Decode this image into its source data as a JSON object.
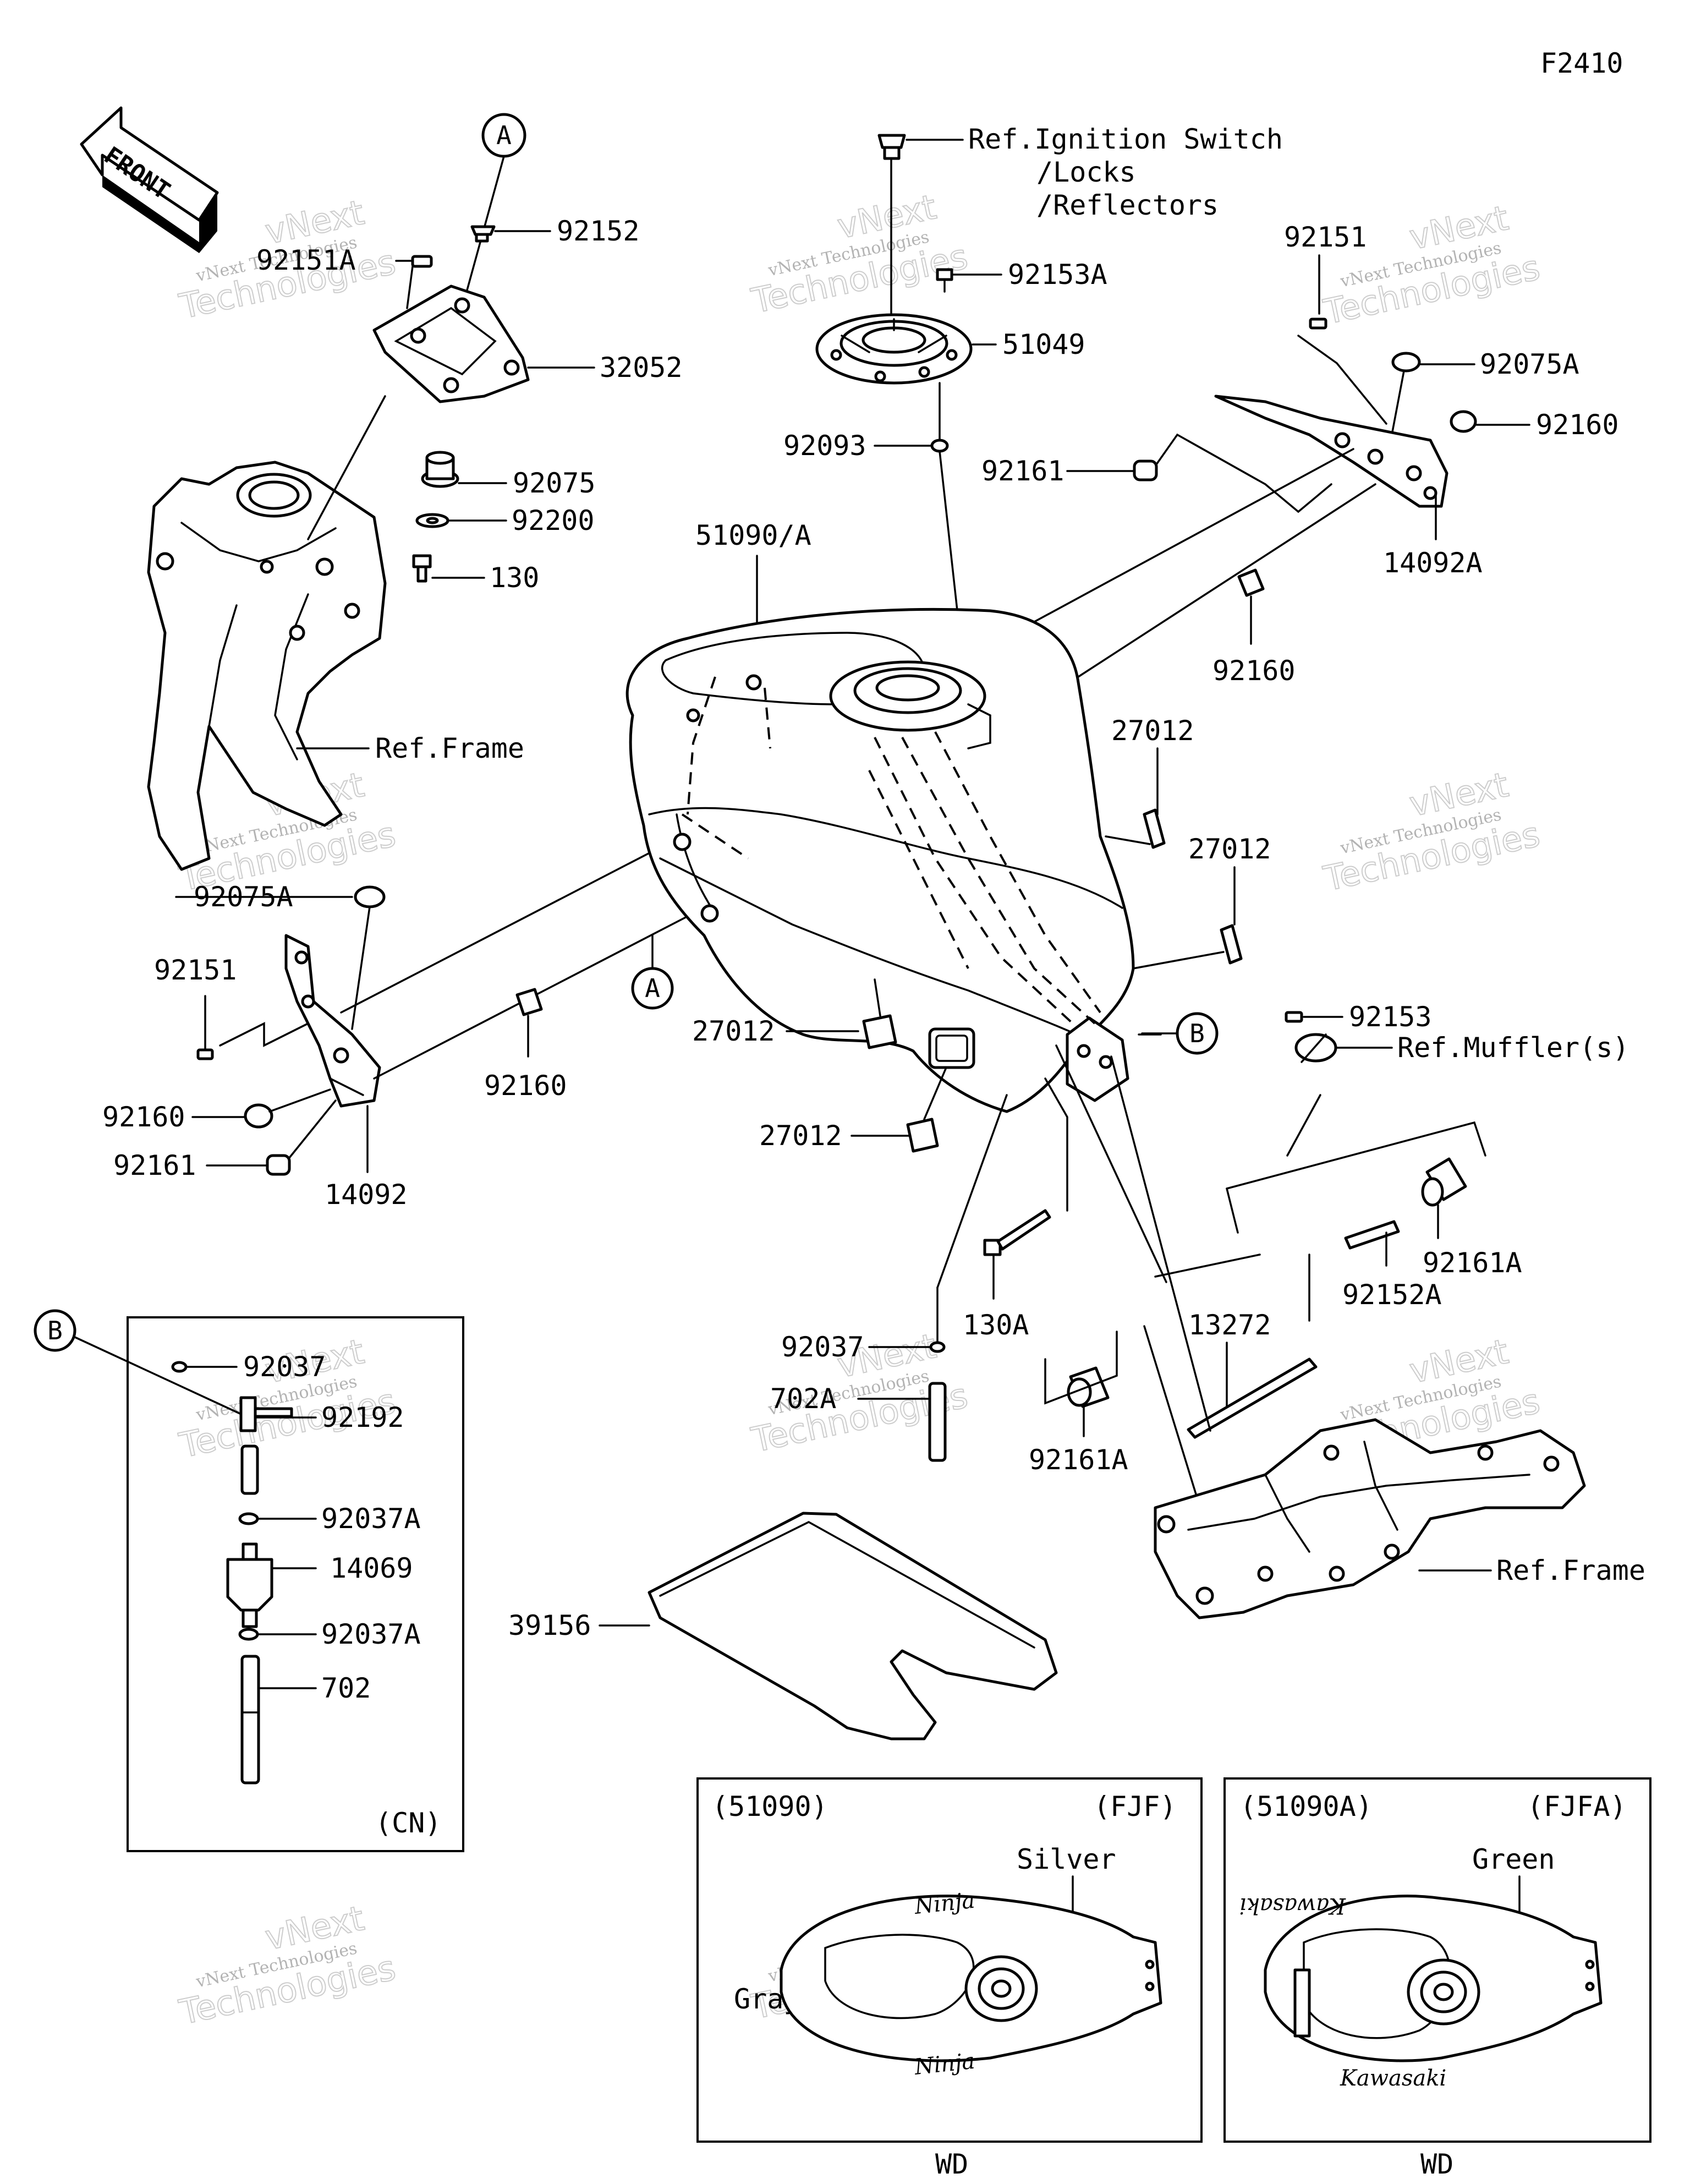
{
  "figure_code": "F2410",
  "front_label": "FRONT",
  "callouts": [
    "A",
    "B"
  ],
  "parts": {
    "p92152": "92152",
    "p92151A": "92151A",
    "p32052": "32052",
    "p92075": "92075",
    "p92200": "92200",
    "p130": "130",
    "p92075A_left": "92075A",
    "p92151_left": "92151",
    "p92160_left": "92160",
    "p92161_left": "92161",
    "p14092": "14092",
    "p92160_mid": "92160",
    "p92153A": "92153A",
    "p51049": "51049",
    "p92093": "92093",
    "p51090A": "51090/A",
    "p92151_right": "92151",
    "p92075A_right": "92075A",
    "p92160_right_top": "92160",
    "p92161_right": "92161",
    "p14092A": "14092A",
    "p92160_right_low": "92160",
    "p27012_a": "27012",
    "p27012_b": "27012",
    "p27012_c": "27012",
    "p27012_d": "27012",
    "p92153": "92153",
    "p92161A_a": "92161A",
    "p92152A": "92152A",
    "p13272": "13272",
    "p92161A_b": "92161A",
    "p130A": "130A",
    "p92037_mid": "92037",
    "p702A": "702A",
    "p39156": "39156",
    "p92037_box": "92037",
    "p92192": "92192",
    "p92037A_a": "92037A",
    "p14069": "14069",
    "p92037A_b": "92037A",
    "p702": "702"
  },
  "references": {
    "ignition": [
      "Ref.Ignition Switch",
      "/Locks",
      "/Reflectors"
    ],
    "frame_left": "Ref.Frame",
    "frame_right": "Ref.Frame",
    "muffler": "Ref.Muffler(s)"
  },
  "cn_box": {
    "label": "(CN)"
  },
  "color_panels": [
    {
      "part": "(51090)",
      "code": "(FJF)",
      "colors": [
        "Silver",
        "Gray"
      ],
      "footer": "WD",
      "decal": "Ninja"
    },
    {
      "part": "(51090A)",
      "code": "(FJFA)",
      "colors": [
        "Green"
      ],
      "footer": "WD",
      "decal": "Kawasaki"
    }
  ],
  "watermark": {
    "line1": "vNext Technologies",
    "line2": "vNext",
    "line3": "Technologies"
  }
}
